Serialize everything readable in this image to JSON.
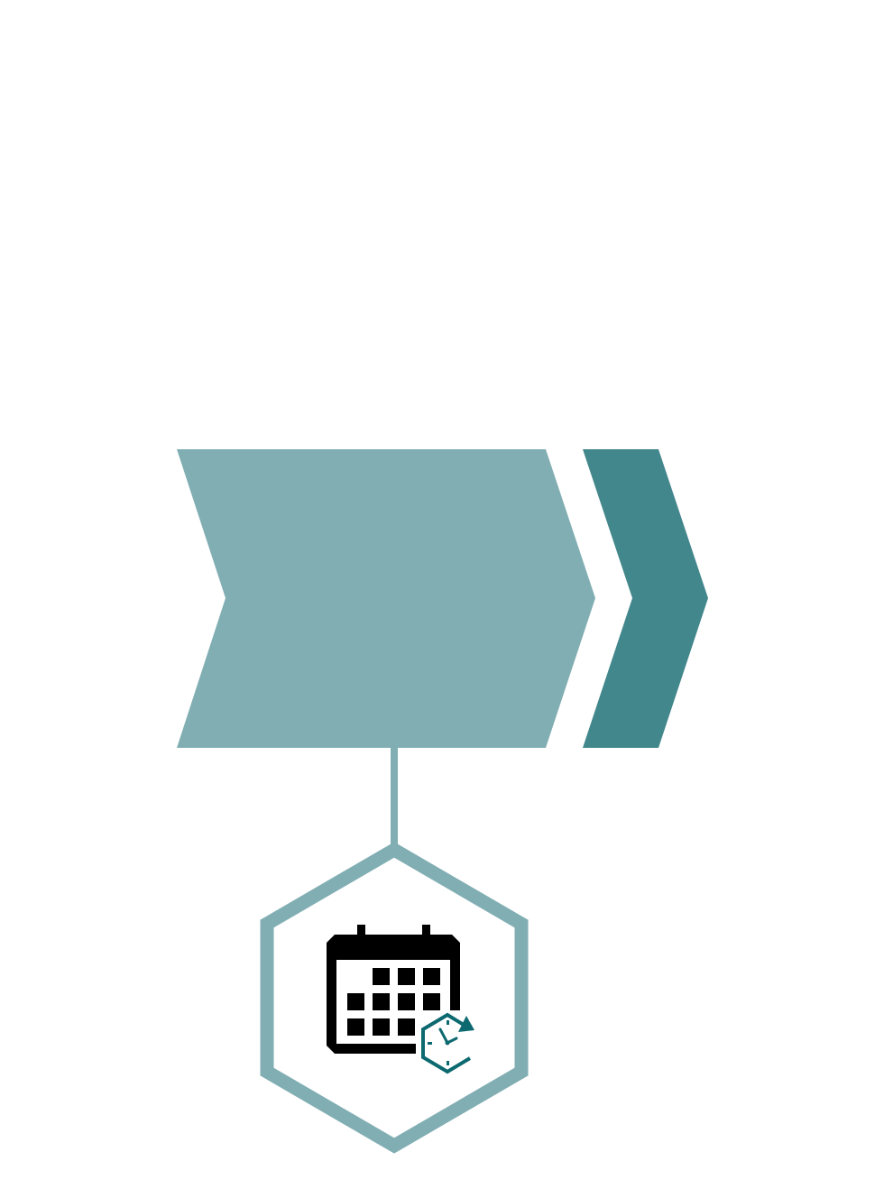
{
  "diagram": {
    "colors": {
      "background": "#ffffff",
      "light_teal": "#81aeb3",
      "dark_teal": "#42878c",
      "icon_black": "#000000",
      "icon_accent": "#0d6970"
    },
    "shapes": {
      "main_chevron": "large-chevron-step",
      "next_chevron": "narrow-chevron-step",
      "connector": "vertical-connector-line",
      "hexagon": "hexagon-icon-frame"
    },
    "icon": {
      "name": "calendar-clock-icon"
    }
  }
}
